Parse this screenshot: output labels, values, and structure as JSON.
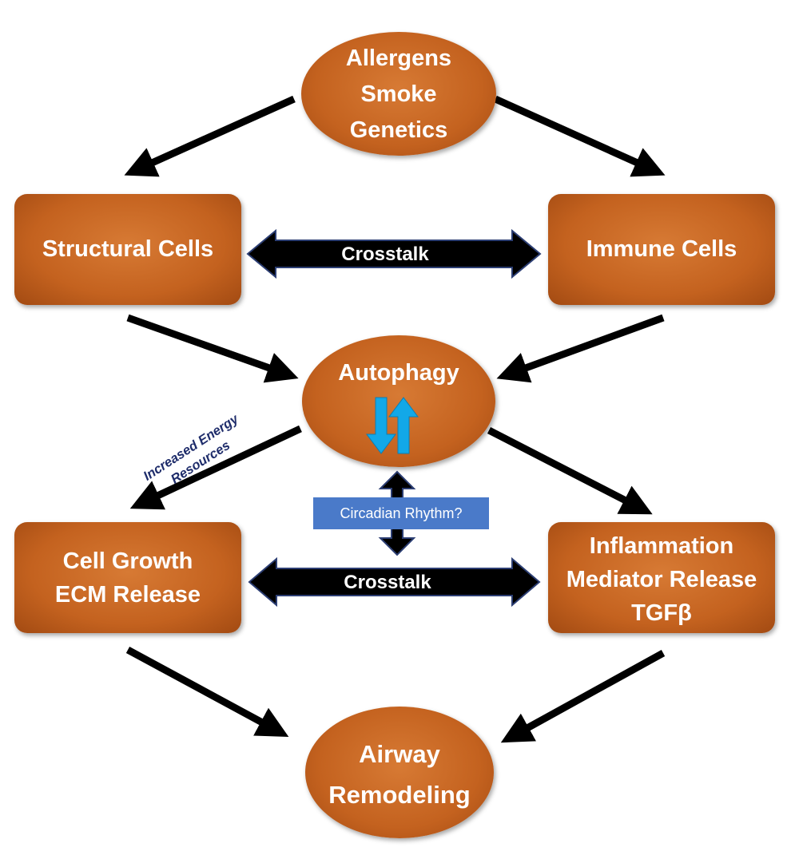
{
  "nodes": {
    "allergens": {
      "lines": [
        "Allergens",
        "Smoke",
        "Genetics"
      ]
    },
    "structural_cells": {
      "label": "Structural Cells"
    },
    "immune_cells": {
      "label": "Immune Cells"
    },
    "autophagy": {
      "label": "Autophagy"
    },
    "cell_growth": {
      "lines": [
        "Cell Growth",
        "ECM Release"
      ]
    },
    "inflammation": {
      "lines": [
        "Inflammation",
        "Mediator Release",
        "TGFβ"
      ]
    },
    "airway_remodeling": {
      "lines": [
        "Airway",
        "Remodeling"
      ]
    }
  },
  "connectors": {
    "crosstalk_top": "Crosstalk",
    "crosstalk_bottom": "Crosstalk",
    "circadian": "Circadian Rhythm?",
    "energy": [
      "Increased Energy",
      "Resources"
    ]
  },
  "colors": {
    "node_fill": "#c4621f",
    "arrow": "#000000",
    "autophagy_arrows": "#12a8e8",
    "circadian_box": "#4a7ac9",
    "energy_text": "#1f2d6b"
  }
}
